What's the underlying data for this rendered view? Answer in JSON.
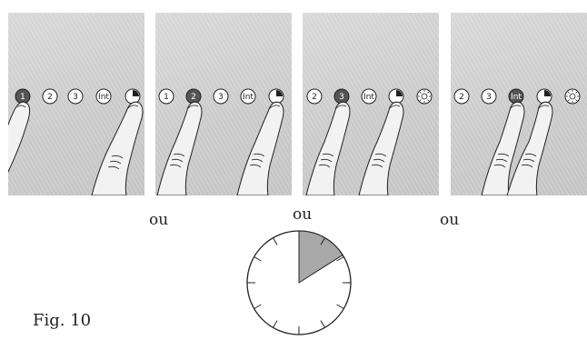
{
  "figure_label": "Fig. 10",
  "separator_text": "ou",
  "panels": [
    {
      "buttons": [
        "1",
        "2",
        "3",
        "Int",
        "timer-icon"
      ],
      "active": "1",
      "pressed": [
        "1",
        "timer-icon"
      ]
    },
    {
      "buttons": [
        "1",
        "2",
        "3",
        "Int",
        "timer-icon"
      ],
      "active": "2",
      "pressed": [
        "2",
        "timer-icon"
      ]
    },
    {
      "buttons": [
        "2",
        "3",
        "Int",
        "timer-icon",
        "light-icon"
      ],
      "active": "3",
      "pressed": [
        "3",
        "timer-icon"
      ]
    },
    {
      "buttons": [
        "2",
        "3",
        "Int",
        "timer-icon",
        "light-icon"
      ],
      "active": "Int",
      "pressed": [
        "Int",
        "timer-icon"
      ]
    }
  ],
  "timer_dial": {
    "fraction_highlighted": 0.16
  }
}
